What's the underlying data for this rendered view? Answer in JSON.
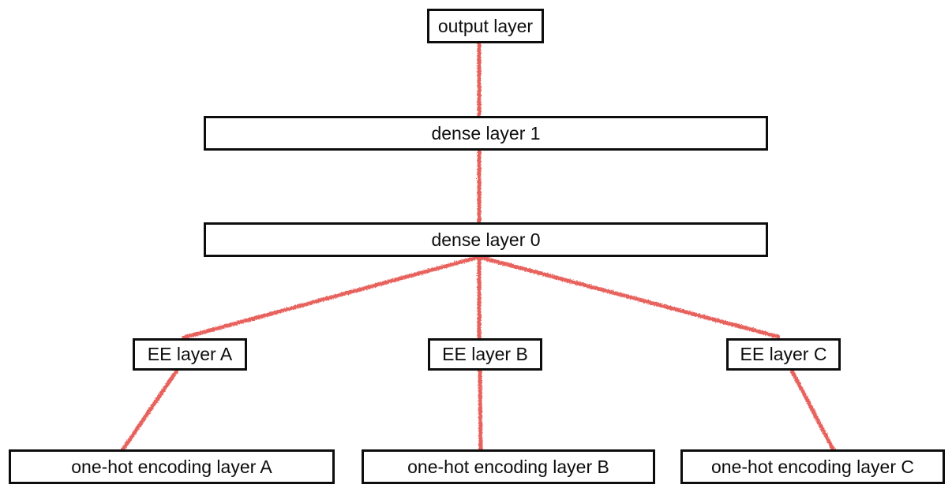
{
  "diagram": {
    "type": "neural-network-architecture",
    "nodes": {
      "output": "output layer",
      "dense1": "dense layer 1",
      "dense0": "dense layer 0",
      "eeA": "EE layer A",
      "eeB": "EE layer B",
      "eeC": "EE layer C",
      "ohA": "one-hot encoding layer A",
      "ohB": "one-hot encoding layer B",
      "ohC": "one-hot encoding layer C"
    },
    "edges": [
      {
        "from": "dense1",
        "to": "output"
      },
      {
        "from": "dense0",
        "to": "dense1"
      },
      {
        "from": "eeA",
        "to": "dense0"
      },
      {
        "from": "eeB",
        "to": "dense0"
      },
      {
        "from": "eeC",
        "to": "dense0"
      },
      {
        "from": "ohA",
        "to": "eeA"
      },
      {
        "from": "ohB",
        "to": "eeB"
      },
      {
        "from": "ohC",
        "to": "eeC"
      }
    ]
  },
  "colors": {
    "edge": "#e8625d",
    "border": "#0d0d0d",
    "background": "#ffffff",
    "text": "#0d0d0d"
  }
}
